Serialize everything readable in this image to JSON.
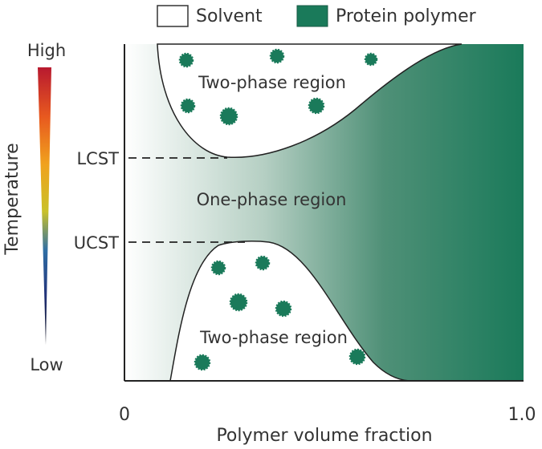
{
  "legend": {
    "solvent_label": "Solvent",
    "polymer_label": "Protein polymer"
  },
  "temperature_scale": {
    "high_label": "High",
    "low_label": "Low",
    "axis_label": "Temperature"
  },
  "markers": {
    "lcst_label": "LCST",
    "ucst_label": "UCST"
  },
  "regions": {
    "upper_label": "Two-phase region",
    "middle_label": "One-phase region",
    "lower_label": "Two-phase region"
  },
  "x_axis": {
    "label": "Polymer volume fraction",
    "min_label": "0",
    "max_label": "1.0"
  },
  "colors": {
    "polymer": "#1a7a5a",
    "solvent_fill": "#ffffff",
    "outline": "#222222",
    "text": "#333333"
  }
}
